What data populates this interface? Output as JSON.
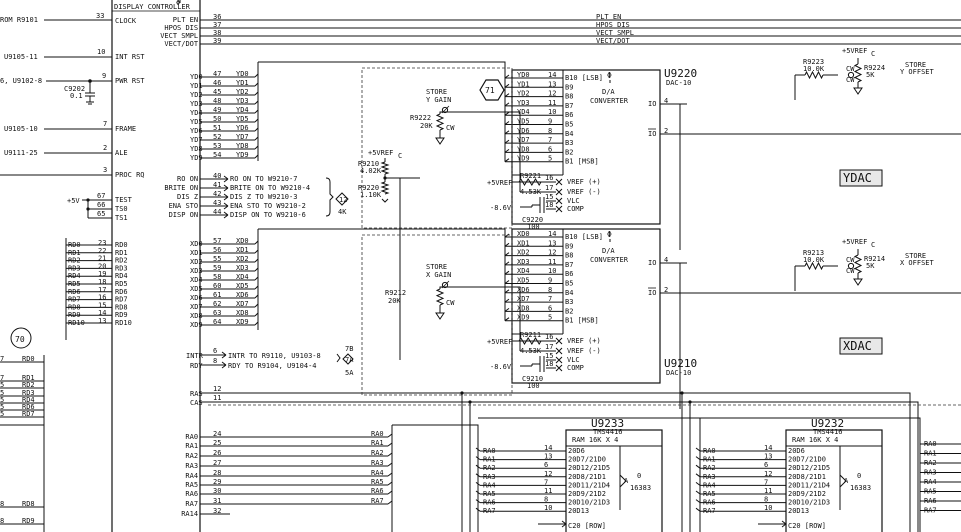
{
  "header": {
    "display_controller": "DISPLAY CONTROLLER",
    "from_r9101": "ROM R9101",
    "clock": "CLOCK",
    "pin_33": "33",
    "int_rst": "INT RST",
    "pin_10": "10",
    "u9105_11": "U9105-11",
    "pwr_rst": "PWR RST",
    "pin_9": "9",
    "u9102_8": "6, U9102-8",
    "c9202": "C9202",
    "c9202_val": "0.1",
    "frame": "FRAME",
    "pin_7": "7",
    "u9105_10": "U9105-10",
    "ale": "ALE",
    "pin_2": "2",
    "u9111_25": "U9111-25",
    "proc_rq": "PROC RQ",
    "pin_3": "3",
    "test": "TEST",
    "ts0": "TS0",
    "ts1": "TS1",
    "plus5v": "+5V",
    "pin_67": "67",
    "pin_66": "66",
    "pin_65": "65"
  },
  "top_bus": {
    "labels_left": [
      "PLT EN",
      "HPOS DIS",
      "VECT SMPL",
      "VECT/DOT"
    ],
    "pins": [
      "36",
      "37",
      "38",
      "39"
    ],
    "labels_right": [
      "PLT EN",
      "HPOS DIS",
      "VECT SMPL",
      "VECT/DOT"
    ]
  },
  "ydata": {
    "labels": [
      "YD0",
      "YD1",
      "YD2",
      "YD3",
      "YD4",
      "YD5",
      "YD6",
      "YD7",
      "YD8",
      "YD9"
    ],
    "pins": [
      "47",
      "46",
      "45",
      "48",
      "49",
      "50",
      "51",
      "52",
      "53",
      "54"
    ]
  },
  "xdata": {
    "labels": [
      "XD0",
      "XD1",
      "XD2",
      "XD3",
      "XD4",
      "XD5",
      "XD6",
      "XD7",
      "XD8",
      "XD9"
    ],
    "pins": [
      "57",
      "56",
      "55",
      "59",
      "58",
      "60",
      "61",
      "62",
      "63",
      "64"
    ]
  },
  "ctrl": {
    "labels": [
      "RO ON",
      "BRITE ON",
      "DIS Z",
      "ENA STO",
      "DISP ON"
    ],
    "pins": [
      "40",
      "41",
      "42",
      "43",
      "44"
    ],
    "dests": [
      "RO ON TO W9210-7",
      "BRITE ON TO W9210-4",
      "DIS Z TO W9210-3",
      "ENA STO TO W9210-2",
      "DISP ON TO W9210-6"
    ],
    "ref_num": "12",
    "ref_sub": "4K"
  },
  "intr": {
    "labels": [
      "INTR",
      "RDY"
    ],
    "pins": [
      "6",
      "8"
    ],
    "dests": [
      "INTR TO R9110, U9103-8",
      "RDY TO R9104, U9104-4"
    ],
    "ref_num": "7B",
    "ref_a": "7A",
    "ref_sub": "5A"
  },
  "ras_cas": {
    "labels": [
      "RAS",
      "CAS"
    ],
    "pins": [
      "12",
      "11"
    ]
  },
  "ra_bus": {
    "labels": [
      "RA0",
      "RA1",
      "RA2",
      "RA3",
      "RA4",
      "RA5",
      "RA6",
      "RA7",
      "RA14"
    ],
    "pins": [
      "24",
      "25",
      "26",
      "27",
      "28",
      "29",
      "30",
      "31",
      "32"
    ]
  },
  "rd_bus": {
    "labels": [
      "RD0",
      "RD1",
      "RD2",
      "RD3",
      "RD4",
      "RD5",
      "RD6",
      "RD7",
      "RD8",
      "RD9",
      "RD10"
    ],
    "pins": [
      "23",
      "22",
      "21",
      "20",
      "19",
      "18",
      "17",
      "16",
      "15",
      "14",
      "13"
    ],
    "right_labels": [
      "RD0",
      "RD1",
      "RD2",
      "RD3",
      "RD4",
      "RD5",
      "RD6",
      "RD7",
      "RD8",
      "RD9",
      "RD10"
    ]
  },
  "left_strip": {
    "callout": "70",
    "rd_labels": [
      "RD0",
      "RD1",
      "RD2",
      "RD3",
      "RD4",
      "RD6",
      "RD7",
      "RD8",
      "RD9"
    ],
    "nums": [
      "7",
      "7",
      "5",
      "5",
      "5",
      "5",
      "5",
      "8",
      "8"
    ]
  },
  "dac_y": {
    "callout": "71",
    "name": "U9220",
    "sub": "DAC-10",
    "phi": "Φ",
    "title1": "D/A",
    "title2": "CONVERTER",
    "in_labels": [
      "YD0",
      "YD1",
      "YD2",
      "YD3",
      "YD4",
      "YD5",
      "YD6",
      "YD7",
      "YD8",
      "YD9"
    ],
    "in_pins": [
      "14",
      "13",
      "12",
      "11",
      "10",
      "9",
      "8",
      "7",
      "6",
      "5"
    ],
    "bits": [
      "B10 [LSB]",
      "B9",
      "B8",
      "B7",
      "B6",
      "B5",
      "B4",
      "B3",
      "B2",
      "B1 [MSB]"
    ],
    "io_label": "IO",
    "io_pin": "4",
    "iob_label": "IO",
    "iob_pin": "2",
    "vref_p": "VREF (+)",
    "vref_m": "VREF (-)",
    "vlc": "VLC",
    "comp": "COMP",
    "p16": "16",
    "p17": "17",
    "p15": "15",
    "p18": "18",
    "r9221": "R9221",
    "r9221_v": "4.53K",
    "plus5vref": "+5VREF",
    "minus86": "-8.6V",
    "c9220": "C9220",
    "c9220_v": "100",
    "store_l1": "STORE",
    "store_l2": "Y GAIN",
    "r9222": "R9222",
    "r9222_v": "20K",
    "cw": "CW",
    "r9210": "R9210",
    "r9210_v": "4.02K",
    "r9220": "R9220",
    "r9220_v": "1.10K",
    "p5vrefc": "+5VREF",
    "c_sub": "C"
  },
  "dac_x": {
    "name": "U9210",
    "sub": "DAC-10",
    "phi": "Φ",
    "title1": "D/A",
    "title2": "CONVERTER",
    "in_labels": [
      "XD0",
      "XD1",
      "XD2",
      "XD3",
      "XD4",
      "XD5",
      "XD6",
      "XD7",
      "XD8",
      "XD9"
    ],
    "in_pins": [
      "14",
      "13",
      "12",
      "11",
      "10",
      "9",
      "8",
      "7",
      "6",
      "5"
    ],
    "bits": [
      "B10 [LSB]",
      "B9",
      "B8",
      "B7",
      "B6",
      "B5",
      "B4",
      "B3",
      "B2",
      "B1 [MSB]"
    ],
    "io_label": "IO",
    "io_pin": "4",
    "iob_label": "IO",
    "iob_pin": "2",
    "vref_p": "VREF (+)",
    "vref_m": "VREF (-)",
    "vlc": "VLC",
    "comp": "COMP",
    "p16": "16",
    "p17": "17",
    "p15": "15",
    "p18": "18",
    "r9211": "R9211",
    "r9211_v": "4.53K",
    "plus5vref": "+5VREF",
    "minus86": "-8.6V",
    "c9210": "C9210",
    "c9210_v": "100",
    "store_l1": "STORE",
    "store_l2": "X GAIN",
    "r9212": "R9212",
    "r9212_v": "20K",
    "cw": "CW"
  },
  "offset_y": {
    "r9223": "R9223",
    "r9223_v": "10.0K",
    "r9224": "R9224",
    "r9224_v": "5K",
    "p5vrefc": "+5VREF",
    "c_sub": "C",
    "cw": "CW",
    "store": "STORE",
    "offset": "Y OFFSET",
    "tag": "YDAC"
  },
  "offset_x": {
    "r9213": "R9213",
    "r9213_v": "10.0K",
    "r9214": "R9214",
    "r9214_v": "5K",
    "p5vrefc": "+5VREF",
    "c_sub": "C",
    "cw": "CW",
    "store": "STORE",
    "offset": "X OFFSET",
    "tag": "XDAC"
  },
  "ram1": {
    "name": "U9233",
    "type": "TMS4416",
    "desc": "RAM 16K X 4",
    "in_labels": [
      "RA0",
      "RA1",
      "RA2",
      "RA3",
      "RA4",
      "RA5",
      "RA6",
      "RA7"
    ],
    "pins": [
      "14",
      "13",
      "6",
      "12",
      "7",
      "11",
      "8",
      "10"
    ],
    "funcs": [
      "20D6",
      "20D7/21D0",
      "20D12/21D5",
      "20D8/21D1",
      "20D11/21D4",
      "20D9/21D2",
      "20D10/21D3",
      "20D13"
    ],
    "c20": "C20 [ROW]",
    "a_label": "A",
    "a_zero": "0",
    "a_max": "16383"
  },
  "ram2": {
    "name": "U9232",
    "type": "TMS4416",
    "desc": "RAM 16K X 4",
    "in_labels": [
      "RA0",
      "RA1",
      "RA2",
      "RA3",
      "RA4",
      "RA5",
      "RA6",
      "RA7"
    ],
    "pins": [
      "14",
      "13",
      "6",
      "12",
      "7",
      "11",
      "8",
      "10"
    ],
    "funcs": [
      "20D6",
      "20D7/21D0",
      "20D12/21D5",
      "20D8/21D1",
      "20D11/21D4",
      "20D9/21D2",
      "20D10/21D3",
      "20D13"
    ],
    "c20": "C20 [ROW]",
    "a_label": "A",
    "a_zero": "0",
    "a_max": "16383",
    "out_labels": [
      "RA0",
      "RA1",
      "RA2",
      "RA3",
      "RA4",
      "RA5",
      "RA6",
      "RA7"
    ]
  },
  "mid_labels": {
    "ra_left": [
      "RA0",
      "RA1",
      "RA2",
      "RA3",
      "RA4",
      "RA5",
      "RA6",
      "RA7"
    ]
  }
}
